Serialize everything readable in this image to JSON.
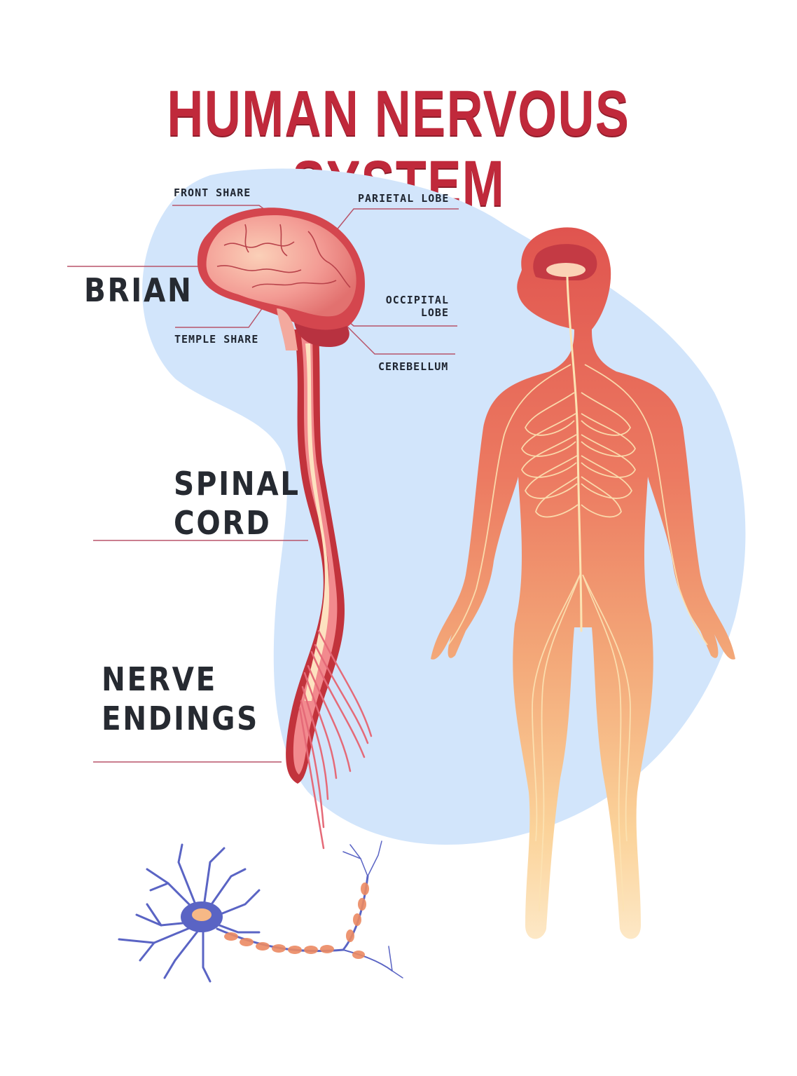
{
  "title": "HUMAN NERVOUS SYSTEM",
  "brain_labels": {
    "front_share": "FRONT SHARE",
    "parietal_lobe": "PARIETAL LOBE",
    "occipital_lobe_line1": "OCCIPITAL",
    "occipital_lobe_line2": "LOBE",
    "temple_share": "TEMPLE SHARE",
    "cerebellum": "CEREBELLUM"
  },
  "section_labels": {
    "brain": "BRIAN",
    "spinal_line1": "SPINAL",
    "spinal_line2": "CORD",
    "nerve_line1": "NERVE",
    "nerve_line2": "ENDINGS"
  },
  "illustrations": {
    "brain_and_spinal_cord": "brain-spinal-cord-illustration",
    "neuron": "neuron-illustration",
    "body": "human-body-nervous-system-illustration"
  },
  "colors": {
    "title": "#c0293b",
    "background_blob": "#d2e5fb",
    "brain": "#e8857f",
    "brain_outline": "#c9434a",
    "body_top": "#e25c55",
    "body_bottom": "#fde6b9",
    "nerves": "#fce3b3",
    "neuron": "#5a64c4",
    "leader_lines": "#b8546a",
    "label_text": "#1f2530"
  }
}
